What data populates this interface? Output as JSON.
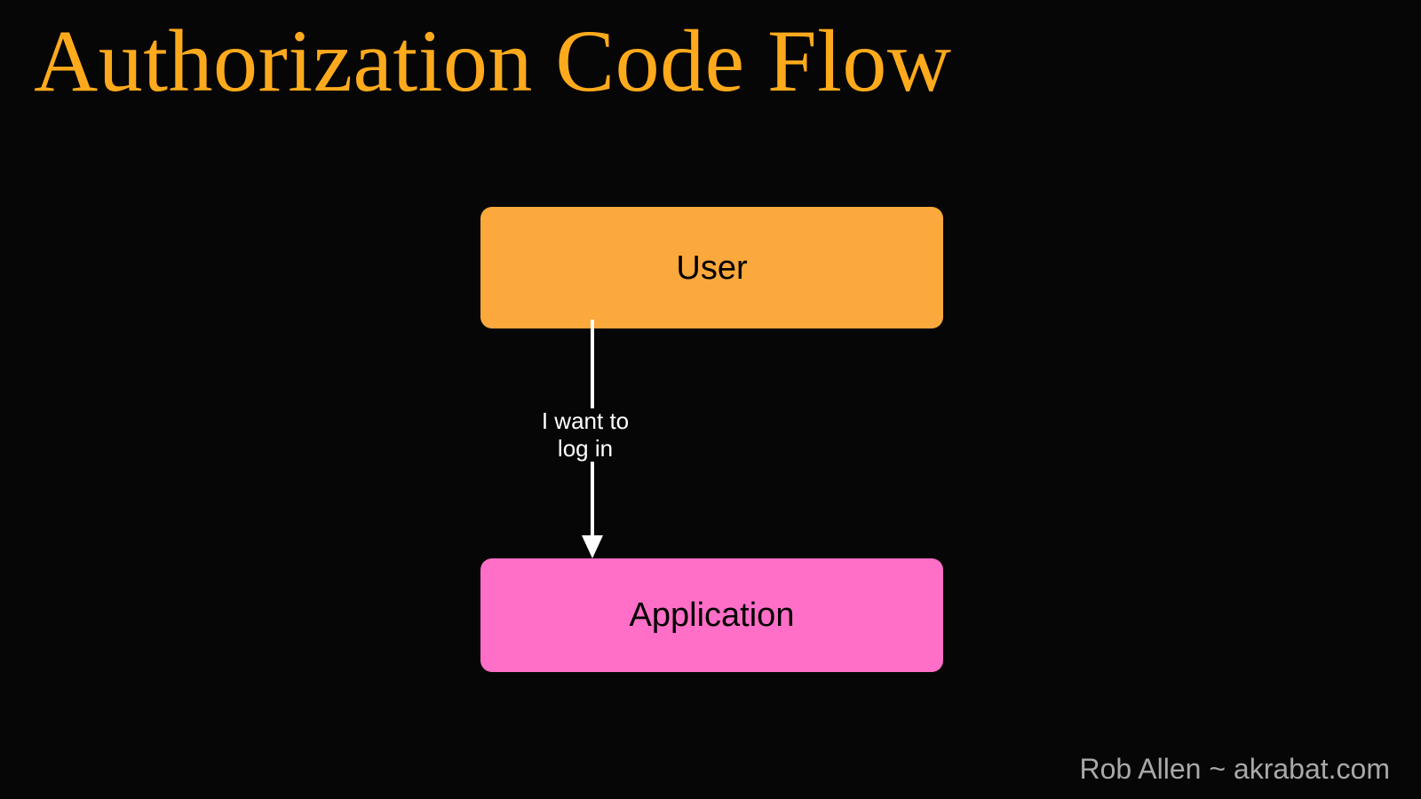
{
  "slide": {
    "title": "Authorization Code Flow",
    "background_color": "#060606",
    "title_color": "#FFAA1C",
    "footer": "Rob Allen ~ akrabat.com",
    "footer_color": "#A9A9A9"
  },
  "diagram": {
    "type": "flow",
    "nodes": [
      {
        "id": "user",
        "label": "User",
        "fill": "#FBA83C",
        "text_color": "#000000"
      },
      {
        "id": "application",
        "label": "Application",
        "fill": "#FF6EC7",
        "text_color": "#000000"
      }
    ],
    "edges": [
      {
        "id": "user-to-application",
        "from": "user",
        "to": "application",
        "label": "I want to\nlog in",
        "color": "#FFFFFF",
        "arrowhead": "triangle-down"
      }
    ]
  }
}
